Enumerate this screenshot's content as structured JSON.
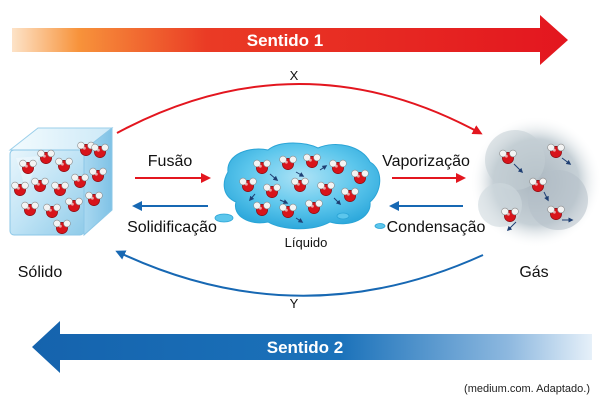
{
  "banners": {
    "top_label": "Sentido 1",
    "bottom_label": "Sentido 2"
  },
  "arcs": {
    "top_label": "X",
    "bottom_label": "Y"
  },
  "states": {
    "solid": "Sólido",
    "liquid": "Líquido",
    "gas": "Gás"
  },
  "transitions": {
    "fusion": "Fusão",
    "solidification": "Solidificação",
    "vaporization": "Vaporização",
    "condensation": "Condensação"
  },
  "source": "(medium.com. Adaptado.)",
  "colors": {
    "red": "#e3161f",
    "blue": "#1768b3",
    "oxygen": "#d8141b",
    "hydrogen": "#f2f2f2",
    "ice": "#bfe3f5",
    "water": "#4fc0e8",
    "vapor": "#b9c4cc"
  },
  "icons": {
    "solid": "ice-cube-icon",
    "liquid": "water-puddle-icon",
    "gas": "vapor-cloud-icon",
    "molecule": "water-molecule-icon"
  }
}
